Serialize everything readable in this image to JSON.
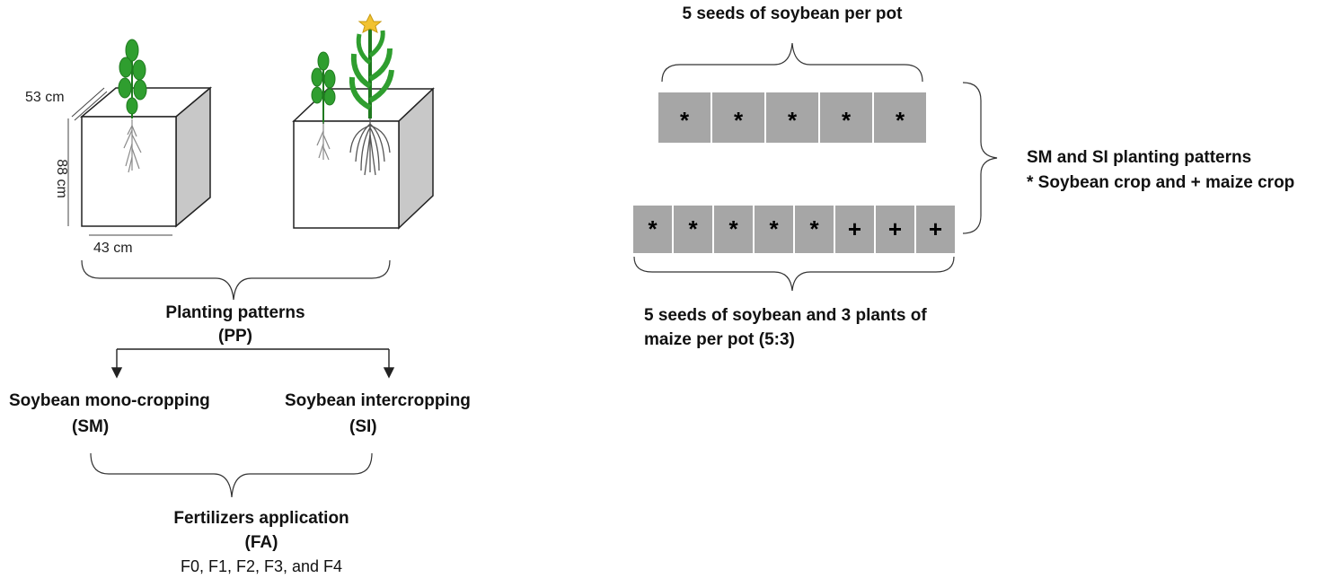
{
  "figure": {
    "dimensions": {
      "depth": "53 cm",
      "height": "88 cm",
      "width": "43 cm"
    },
    "planting_patterns": {
      "title": "Planting patterns",
      "abbr": "(PP)"
    },
    "branches": [
      {
        "label": "Soybean mono-cropping",
        "abbr": "(SM)"
      },
      {
        "label": "Soybean intercropping",
        "abbr": "(SI)"
      }
    ],
    "fertilizers": {
      "title": "Fertilizers application",
      "abbr": "(FA)",
      "levels": "F0, F1, F2, F3, and F4"
    },
    "top_row": {
      "label": "5 seeds of soybean per pot",
      "cells": [
        "*",
        "*",
        "*",
        "*",
        "*"
      ]
    },
    "bottom_row": {
      "label_line1": "5 seeds of soybean and 3 plants of",
      "label_line2": "maize per pot (5:3)",
      "cells": [
        "*",
        "*",
        "*",
        "*",
        "*",
        "+",
        "+",
        "+"
      ]
    },
    "legend": {
      "line1": "SM and SI planting patterns",
      "line2": "* Soybean crop and + maize crop"
    },
    "colors": {
      "cell_fill": "#a6a6a6",
      "box_side": "#c8c8c8",
      "leaf": "#2f9e2f",
      "leaf_dark": "#1f7a1f",
      "root": "#8a8a8a"
    }
  }
}
